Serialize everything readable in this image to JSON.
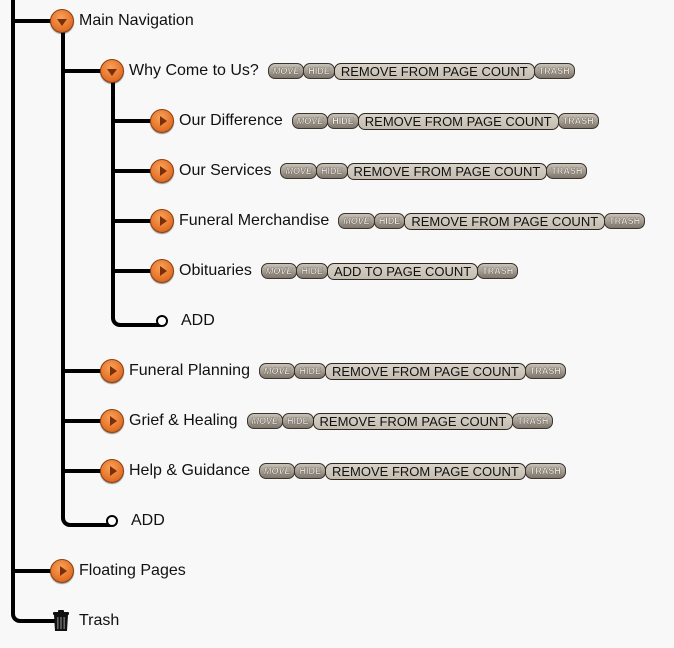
{
  "tree": {
    "root_nodes": [
      {
        "label": "Main Navigation",
        "state": "expanded",
        "icon": "triangle-down-icon"
      },
      {
        "label": "Floating Pages",
        "state": "collapsed",
        "icon": "triangle-right-icon"
      },
      {
        "label": "Trash",
        "icon": "trash-can-icon"
      }
    ],
    "main_navigation_children": [
      {
        "label": "Why Come to Us?",
        "state": "expanded",
        "actions": {
          "move": "MOVE",
          "hide": "HIDE",
          "count": "REMOVE FROM PAGE COUNT",
          "trash": "TRASH"
        },
        "children": [
          {
            "label": "Our Difference",
            "actions": {
              "move": "MOVE",
              "hide": "HIDE",
              "count": "REMOVE FROM PAGE COUNT",
              "trash": "TRASH"
            }
          },
          {
            "label": "Our Services",
            "actions": {
              "move": "MOVE",
              "hide": "HIDE",
              "count": "REMOVE FROM PAGE COUNT",
              "trash": "TRASH"
            }
          },
          {
            "label": "Funeral Merchandise",
            "actions": {
              "move": "MOVE",
              "hide": "HIDE",
              "count": "REMOVE FROM PAGE COUNT",
              "trash": "TRASH"
            }
          },
          {
            "label": "Obituaries",
            "actions": {
              "move": "MOVE",
              "hide": "HIDE",
              "count": "ADD TO PAGE COUNT",
              "trash": "TRASH"
            }
          }
        ],
        "add_label": "ADD"
      },
      {
        "label": "Funeral Planning",
        "state": "collapsed",
        "actions": {
          "move": "MOVE",
          "hide": "HIDE",
          "count": "REMOVE FROM PAGE COUNT",
          "trash": "TRASH"
        }
      },
      {
        "label": "Grief & Healing",
        "state": "collapsed",
        "actions": {
          "move": "MOVE",
          "hide": "HIDE",
          "count": "REMOVE FROM PAGE COUNT",
          "trash": "TRASH"
        }
      },
      {
        "label": "Help & Guidance",
        "state": "collapsed",
        "actions": {
          "move": "MOVE",
          "hide": "HIDE",
          "count": "REMOVE FROM PAGE COUNT",
          "trash": "TRASH"
        }
      }
    ],
    "main_navigation_add_label": "ADD"
  },
  "colors": {
    "node_orange": "#e8782e",
    "connector": "#000000",
    "button_gray": "#a39b90",
    "background": "#f8f8f8"
  }
}
